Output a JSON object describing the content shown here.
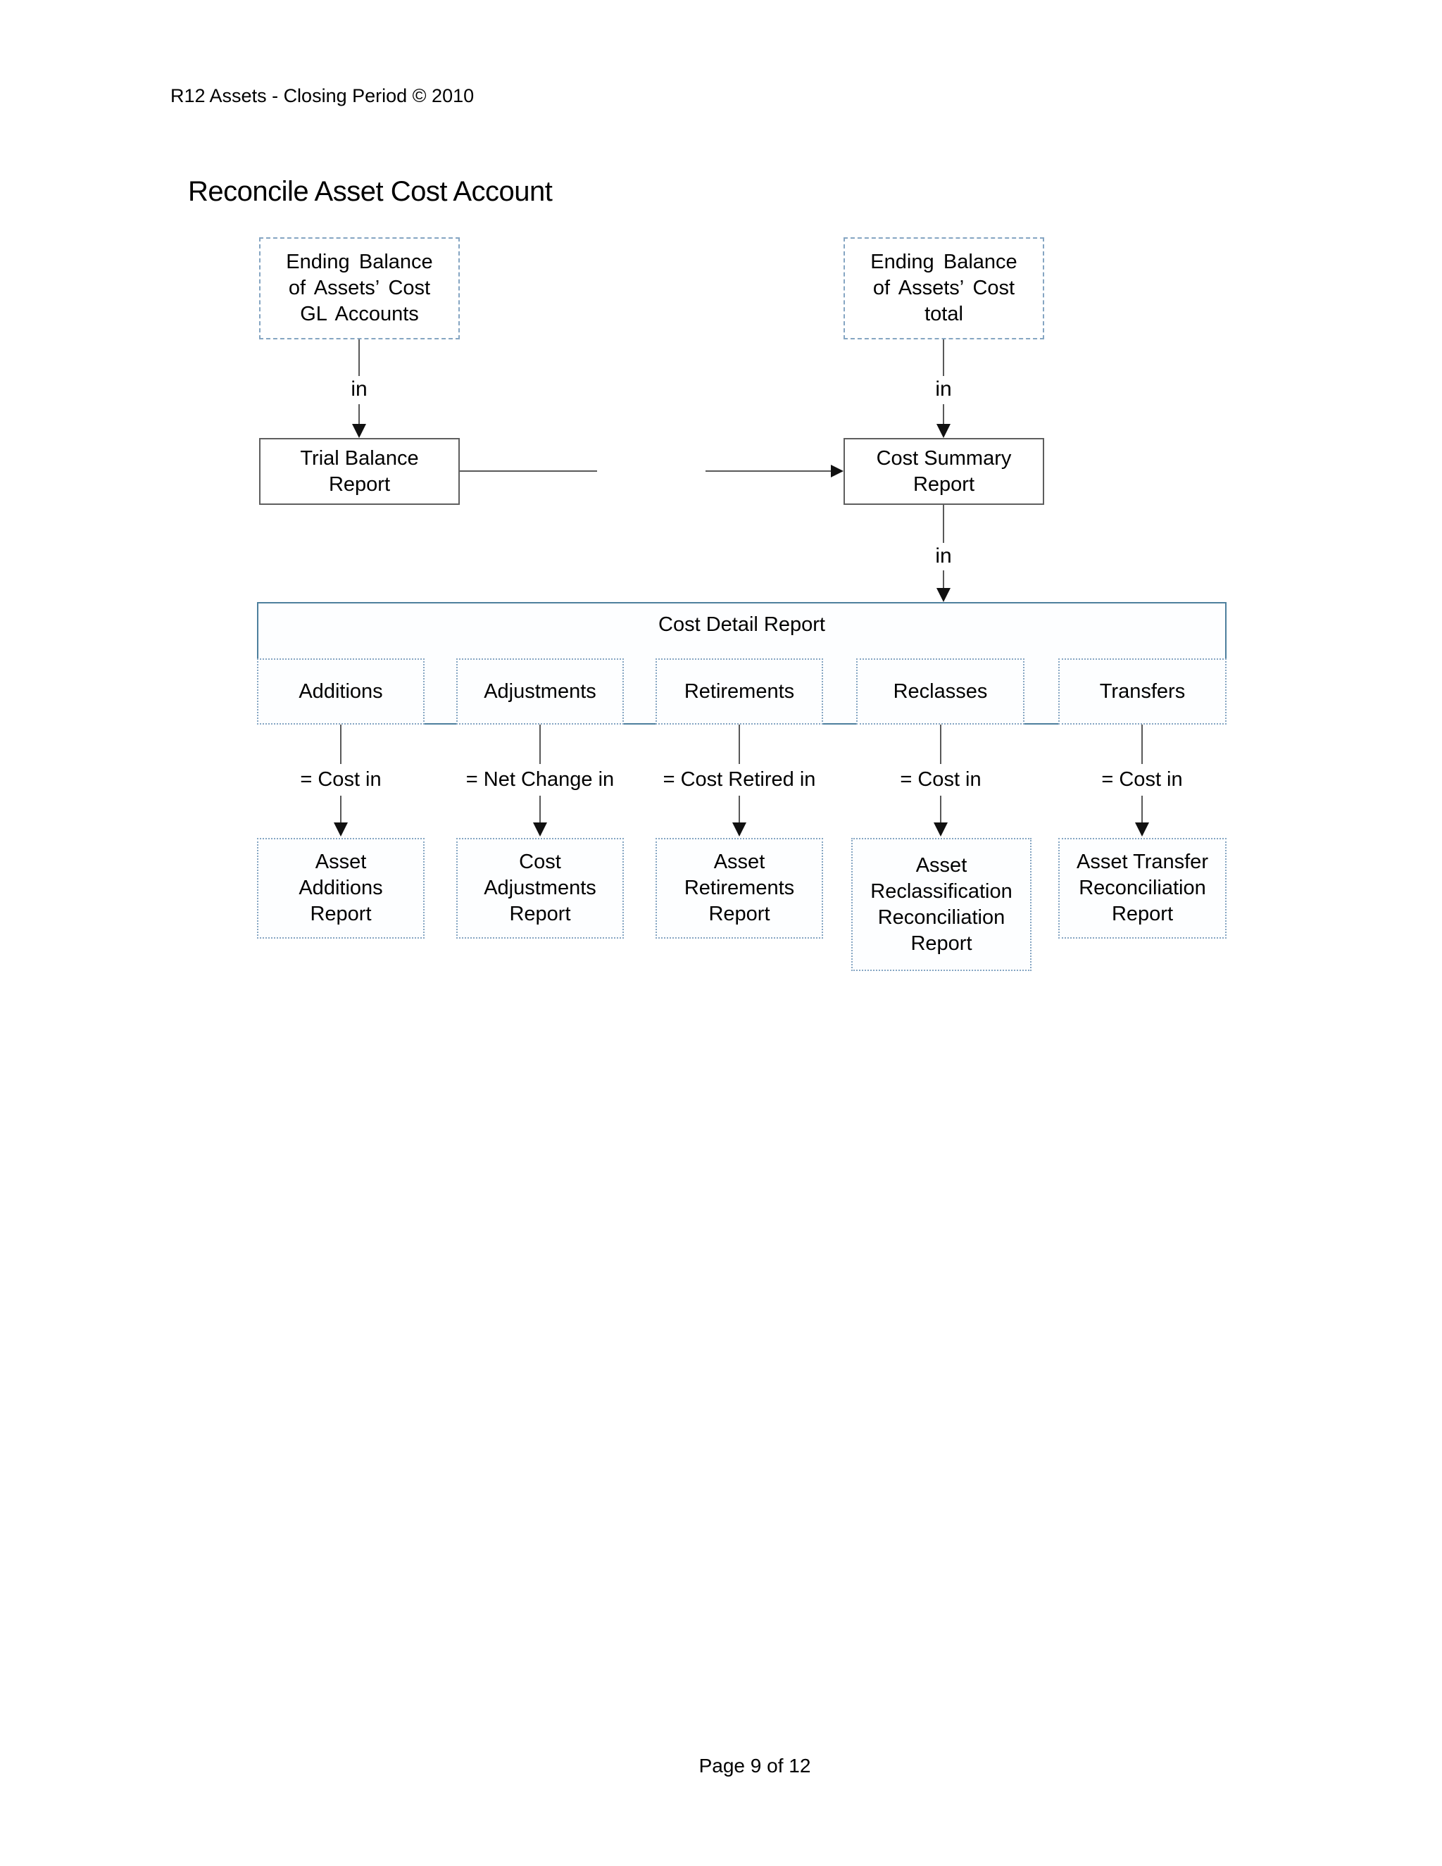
{
  "page": {
    "header": "R12 Assets - Closing Period © 2010",
    "title": "Reconcile Asset Cost Account",
    "footer": "Page 9 of 12"
  },
  "diagram": {
    "top_left_source": "Ending Balance\nof Assets’ Cost\nGL Accounts",
    "top_right_source": "Ending Balance\nof Assets’ Cost\ntotal",
    "in_label_left": "in",
    "in_label_right": "in",
    "in_label_detail": "in",
    "trial_balance_report": "Trial Balance\nReport",
    "cost_summary_report": "Cost Summary\nReport",
    "cost_detail_report_title": "Cost Detail Report",
    "detail_columns": [
      {
        "header": "Additions",
        "relation": "= Cost in",
        "report": "Asset\nAdditions\nReport"
      },
      {
        "header": "Adjustments",
        "relation": "= Net Change in",
        "report": "Cost\nAdjustments\nReport"
      },
      {
        "header": "Retirements",
        "relation": "= Cost Retired in",
        "report": "Asset\nRetirements\nReport"
      },
      {
        "header": "Reclasses",
        "relation": "= Cost in",
        "report": "Asset\nReclassification\nReconciliation\nReport"
      },
      {
        "header": "Transfers",
        "relation": "= Cost in",
        "report": "Asset Transfer\nReconciliation\nReport"
      }
    ],
    "colors": {
      "dashed_border": "#85a5c2",
      "detail_box_border": "#4d7f9d",
      "solid_border": "#5e5e5e",
      "line": "#595959",
      "arrow": "#111111"
    }
  }
}
